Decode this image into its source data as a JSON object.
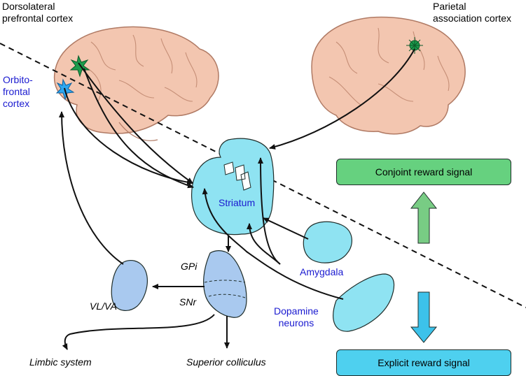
{
  "labels": {
    "dlpfc": "Dorsolateral\nprefrontal cortex",
    "parietal": "Parietal\nassociation cortex",
    "ofc": "Orbito-\nfrontal\ncortex",
    "striatum": "Striatum",
    "amygdala": "Amygdala",
    "dopamine": "Dopamine\nneurons",
    "gpi": "GPi",
    "snr": "SNr",
    "vlva": "VL/VA",
    "limbic": "Limbic system",
    "colliculus": "Superior colliculus"
  },
  "boxes": {
    "conjoint": "Conjoint reward signal",
    "explicit": "Explicit reward signal"
  },
  "colors": {
    "brain": "#f3c6b0",
    "brain_outline": "#b07a64",
    "striatum": "#8fe3f2",
    "nucleus_dark": "#a9c9ef",
    "conjoint_box": "#66d17f",
    "explicit_box": "#4ed0ef",
    "green_arrow": "#78cc84",
    "blue_arrow": "#3cc2ea",
    "label_blue": "#1a1ad0"
  }
}
